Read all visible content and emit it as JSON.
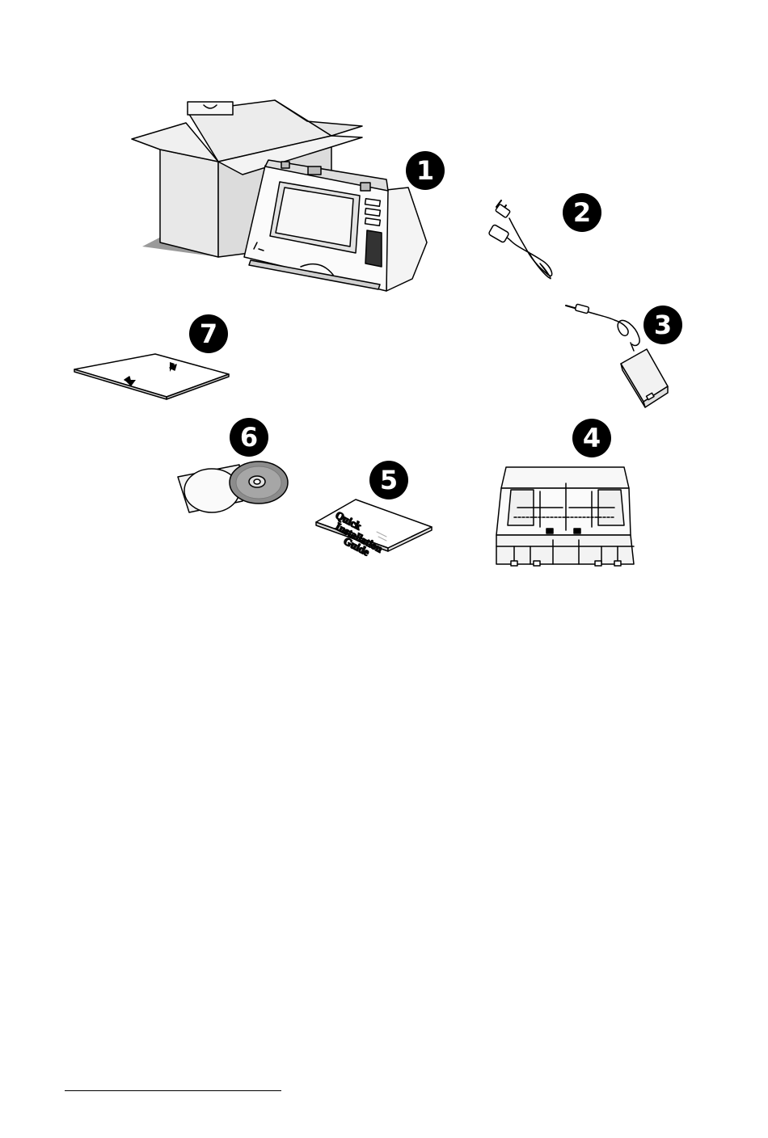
{
  "badges": {
    "scanner": "1",
    "power_cord": "2",
    "adapter": "3",
    "feeder": "4",
    "guide": "5",
    "cd": "6",
    "sheet": "7"
  },
  "guide_cover": {
    "line1": "Quick",
    "line2": "Installation",
    "line3": "Guide"
  },
  "icons": {
    "box": "shipping-box",
    "scanner": "network-scanner",
    "power_cord": "power-cord",
    "adapter": "power-adapter",
    "feeder": "paper-feeder",
    "guide": "quick-installation-guide",
    "cd": "setup-cd",
    "sheet": "calibration-sheet"
  },
  "colors": {
    "ink": "#000000",
    "box_gray": "#e6e6e6",
    "shadow_gray": "#9a9a9a"
  }
}
